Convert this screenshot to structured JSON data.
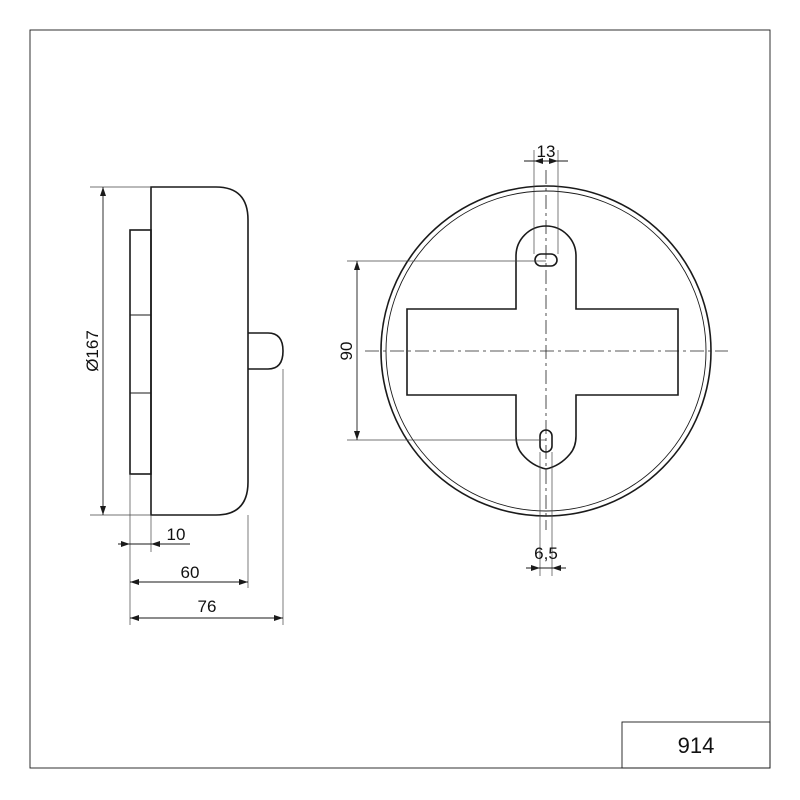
{
  "drawing": {
    "number": "914",
    "dimensions": {
      "diameter": "Ø167",
      "base_thickness": "10",
      "body_depth": "60",
      "total_depth": "76",
      "hole_spacing": "90",
      "slot_width": "13",
      "slot_height": "6,5"
    }
  }
}
